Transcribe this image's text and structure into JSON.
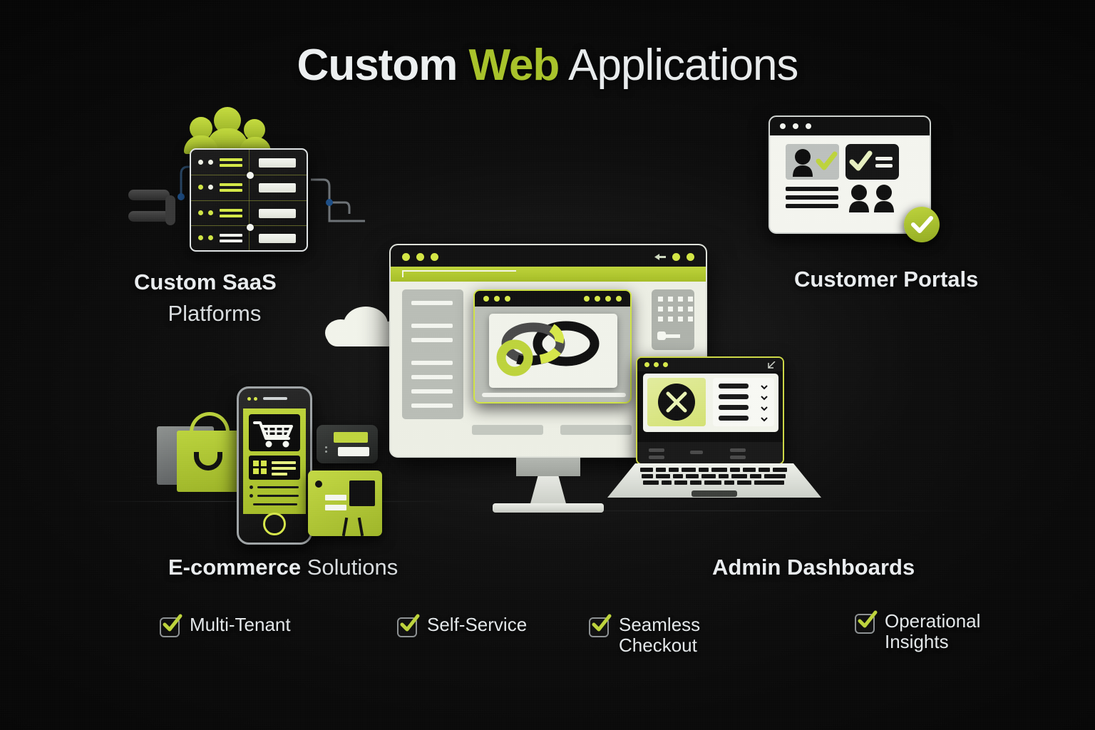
{
  "title": {
    "part1": "Custom ",
    "part2": "Web",
    "part3": " Applications"
  },
  "colors": {
    "background": "#090909",
    "accent_green": "#bdd33c",
    "light_text": "#e9ecee",
    "panel_light": "#f1f3ea",
    "panel_dark": "#111111"
  },
  "labels": {
    "saas": {
      "bold": "Custom SaaS",
      "light": "Platforms"
    },
    "portals": {
      "bold": "Customer Portals"
    },
    "ecommerce": {
      "bold": "E-commerce",
      "light": "Solutions"
    },
    "admin": {
      "bold": "Admin Dashboards"
    }
  },
  "features": [
    {
      "label": "Multi-Tenant",
      "checked": true
    },
    {
      "label": "Self-Service",
      "checked": true
    },
    {
      "label": "Seamless Checkout",
      "checked": true
    },
    {
      "label": "Operational Insights",
      "checked": true
    }
  ],
  "icons": {
    "saas": "server-rack-icon",
    "people": "people-group-icon",
    "portal": "browser-window-icon",
    "portal_badge": "check-circle-icon",
    "monitor": "desktop-monitor-icon",
    "cloud": "cloud-icon",
    "chain": "chain-link-icon",
    "grid": "app-grid-icon",
    "key": "key-icon",
    "laptop": "laptop-icon",
    "chart": "pie-chart-icon",
    "chevron": "chevron-down-icon",
    "phone": "smartphone-icon",
    "cart": "shopping-cart-icon",
    "bag": "shopping-bag-icon",
    "pos": "payment-terminal-icon",
    "reader": "card-reader-icon",
    "check": "checkmark-icon"
  }
}
